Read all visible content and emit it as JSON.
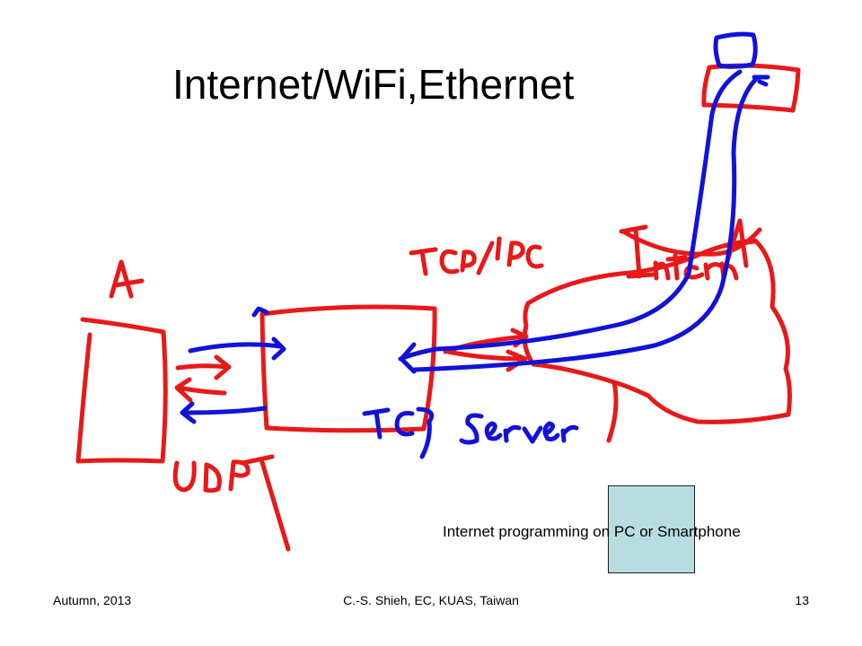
{
  "slide": {
    "title": "Internet/WiFi,Ethernet",
    "caption": "Internet programming on PC or Smartphone",
    "footer": {
      "left": "Autumn, 2013",
      "center": "C.-S. Shieh, EC, KUAS, Taiwan",
      "page_number": "13"
    }
  },
  "handwritten_annotations": {
    "host_label": "A",
    "protocol_label": "TCP/IP",
    "cloud_label": "Internet",
    "server_label": "TCP Server",
    "udp_label": "UDP"
  },
  "colors": {
    "background": "#ffffff",
    "text": "#000000",
    "ink_red": "#e81919",
    "ink_blue": "#1212d8",
    "teal_box": "#b7dde0"
  }
}
